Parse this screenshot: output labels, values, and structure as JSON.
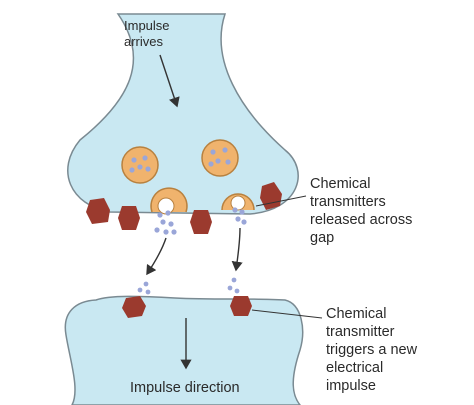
{
  "labels": {
    "impulse_arrives": [
      "Impulse",
      "arrives"
    ],
    "chemical_released": [
      "Chemical",
      "transmitters",
      "released across",
      "gap"
    ],
    "chemical_triggers": [
      "Chemical",
      "transmitter",
      "triggers a new",
      "electrical",
      "impulse"
    ],
    "impulse_direction": "Impulse direction"
  },
  "colors": {
    "neuron_fill": "#c9e8f2",
    "neuron_outline": "#7a8a92",
    "vesicle_fill": "#f0b36d",
    "vesicle_outline": "#b8813f",
    "transmitter": "#9aa6d8",
    "receptor": "#9b3a2e",
    "text": "#2a2a2a"
  }
}
